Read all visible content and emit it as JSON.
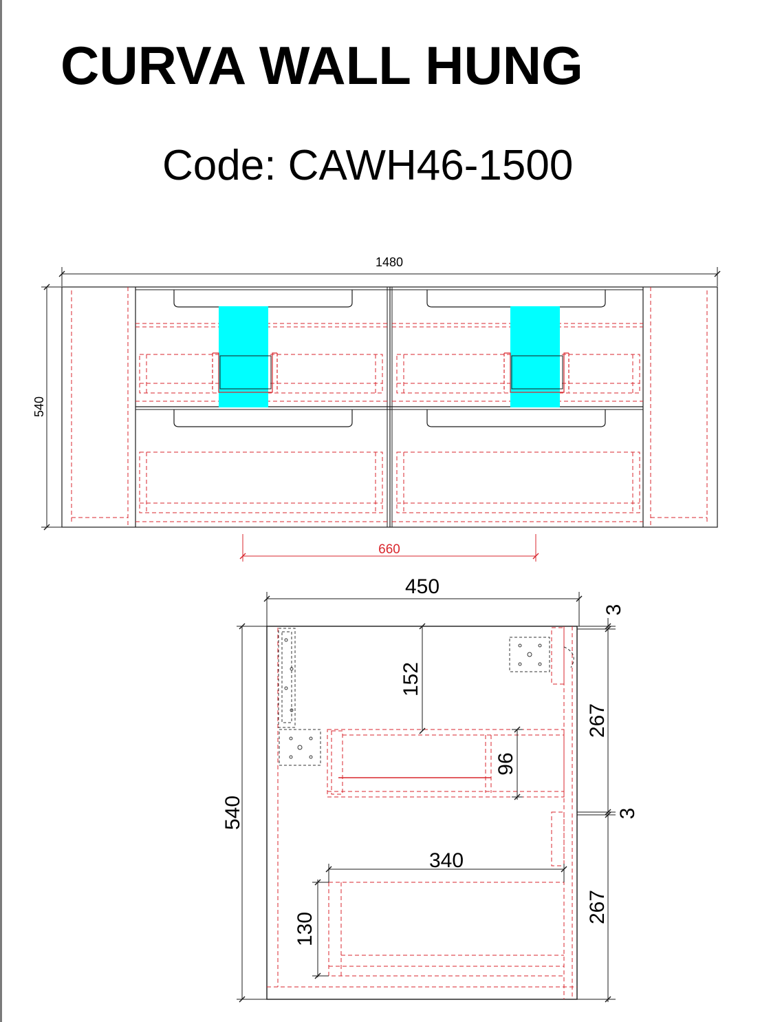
{
  "header": {
    "title": "CURVA WALL HUNG",
    "code": "Code: CAWH46-1500"
  },
  "front_view": {
    "width_label": "1480",
    "height_label": "540",
    "basin_spacing_label": "660"
  },
  "side_view": {
    "depth_label": "450",
    "height_label": "540",
    "top_gap_label": "3",
    "mid_gap_label": "3",
    "upper_drawer_label": "267",
    "lower_drawer_label": "267",
    "top_offset_label": "152",
    "upper_inner_label": "96",
    "lower_inner_width_label": "340",
    "lower_inner_height_label": "130"
  },
  "colors": {
    "line": "#1a1a1a",
    "hidden": "#d9262c",
    "accent": "#00ffff"
  }
}
